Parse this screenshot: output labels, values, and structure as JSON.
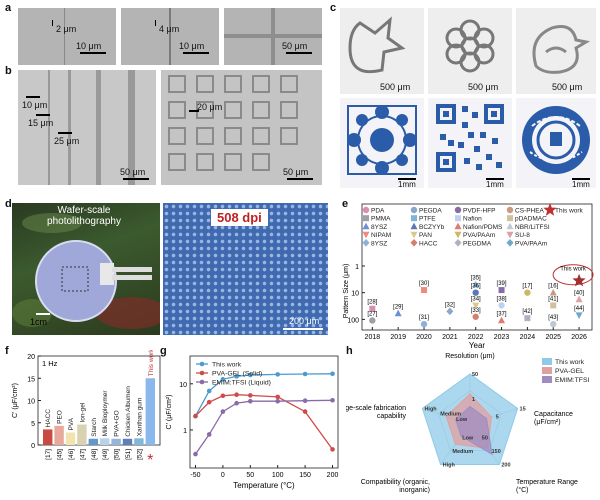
{
  "panel_labels": {
    "a": "a",
    "b": "b",
    "c": "c",
    "d": "d",
    "e": "e",
    "f": "f",
    "g": "g",
    "h": "h"
  },
  "panel_a": {
    "images": [
      {
        "feature": "2 μm",
        "scale": "10 μm"
      },
      {
        "feature": "4 μm",
        "scale": "10 μm"
      },
      {
        "scale": "50 μm"
      }
    ]
  },
  "panel_b": {
    "images": [
      {
        "features": [
          "10 μm",
          "15 μm",
          "25 μm"
        ],
        "scale": "50 μm"
      },
      {
        "feature": "20 μm",
        "scale": "50 μm"
      }
    ]
  },
  "panel_c": {
    "top_scales": [
      "500 μm",
      "500 μm",
      "500 μm"
    ],
    "bottom_scales": [
      "1mm",
      "1mm",
      "1mm"
    ]
  },
  "panel_d": {
    "photo_caption": "Wafer-scale photolithography",
    "photo_scale": "1cm",
    "dpi_label": "508 dpi",
    "array_scale": "200 μm"
  },
  "chart_data": [
    {
      "panel": "e",
      "type": "scatter",
      "xlabel": "Year",
      "ylabel": "Pattern Size (μm)",
      "x_ticks": [
        "2018",
        "2019",
        "2020",
        "2021",
        "2022",
        "2023",
        "2024",
        "2025",
        "2026"
      ],
      "y_ticks": [
        "1",
        "10",
        "100"
      ],
      "y_log": true,
      "legend": [
        "PDA",
        "PMMA",
        "8YSZ",
        "NIPAM",
        "8YSZ",
        "PEGDA",
        "PTFE",
        "BCZYYb",
        "PAN",
        "HACC",
        "PVDF-HFP",
        "Nafion",
        "Nafion/PDMS",
        "PVA/PAAm",
        "PEGDMA",
        "CS-PHEA",
        "pDADMAC",
        "NBR/LiTFSI",
        "SU-8",
        "PVA/PAAm",
        "This work"
      ],
      "legend_colors": [
        "#d98fb0",
        "#a0a0a0",
        "#6e8fd8",
        "#f08a80",
        "#8fb0d8",
        "#8aa6c9",
        "#7fb5d8",
        "#5a78b8",
        "#d9c98a",
        "#d48070",
        "#8a6aa8",
        "#c0d0f0",
        "#e07a70",
        "#d0b860",
        "#b0b0c0",
        "#c99a80",
        "#d0c0a0",
        "#c0c8d8",
        "#e0a0a0",
        "#70a8c8",
        "#c03030"
      ],
      "points": [
        {
          "ref": "[28]",
          "x": 2018,
          "y": 40
        },
        {
          "ref": "[27]",
          "x": 2018,
          "y": 110
        },
        {
          "ref": "[29]",
          "x": 2019,
          "y": 60
        },
        {
          "ref": "[30]",
          "x": 2020,
          "y": 8
        },
        {
          "ref": "[31]",
          "x": 2020,
          "y": 150
        },
        {
          "ref": "[32]",
          "x": 2021,
          "y": 50
        },
        {
          "ref": "[35]",
          "x": 2022,
          "y": 5
        },
        {
          "ref": "[36]",
          "x": 2022,
          "y": 10
        },
        {
          "ref": "[34]",
          "x": 2022,
          "y": 30
        },
        {
          "ref": "[33]",
          "x": 2022,
          "y": 80
        },
        {
          "ref": "[39]",
          "x": 2023,
          "y": 8
        },
        {
          "ref": "[38]",
          "x": 2023,
          "y": 30
        },
        {
          "ref": "[37]",
          "x": 2023,
          "y": 110
        },
        {
          "ref": "[17]",
          "x": 2024,
          "y": 10
        },
        {
          "ref": "[42]",
          "x": 2024,
          "y": 90
        },
        {
          "ref": "[16]",
          "x": 2025,
          "y": 10
        },
        {
          "ref": "[41]",
          "x": 2025,
          "y": 30
        },
        {
          "ref": "[43]",
          "x": 2025,
          "y": 150
        },
        {
          "ref": "[40]",
          "x": 2026,
          "y": 18
        },
        {
          "ref": "[44]",
          "x": 2026,
          "y": 70
        },
        {
          "ref": "This work",
          "x": 2026,
          "y": 3
        }
      ]
    },
    {
      "panel": "f",
      "type": "bar",
      "title": "1 Hz",
      "ylabel": "C' (μF/cm²)",
      "ylim": [
        0,
        20
      ],
      "y_ticks": [
        "0",
        "5",
        "10",
        "15",
        "20"
      ],
      "categories": [
        "HACC",
        "PEO",
        "PVA",
        "Ion-gel",
        "Starch",
        "Milk Bioploymer",
        "PVA+GO",
        "Chicken Albumen",
        "Xanthan gum",
        "This work"
      ],
      "refs": [
        "[17]",
        "[45]",
        "[46]",
        "[47]",
        "[48]",
        "[49]",
        "[50]",
        "[51]",
        "[52]",
        "*"
      ],
      "values": [
        3.5,
        4.3,
        2.8,
        4.6,
        1.4,
        1.5,
        1.4,
        1.4,
        1.5,
        15
      ],
      "colors": [
        "#c84a40",
        "#e8a89c",
        "#f3e3b0",
        "#d9d2b0",
        "#5f98cc",
        "#b8d2ec",
        "#94b6d8",
        "#5e7fb8",
        "#7fb8d8",
        "#8bb8ec"
      ]
    },
    {
      "panel": "g",
      "type": "line",
      "xlabel": "Temperature (°C)",
      "ylabel": "C' (μF/cm²)",
      "y_log": true,
      "x_ticks": [
        "-50",
        "0",
        "50",
        "100",
        "150",
        "200"
      ],
      "y_ticks": [
        "1",
        "10"
      ],
      "series": [
        {
          "name": "This work",
          "color": "#4b9ad0",
          "x": [
            -50,
            -25,
            0,
            25,
            50,
            100,
            150,
            200
          ],
          "y": [
            2.0,
            7.0,
            12.5,
            14.5,
            15.5,
            16.0,
            16.3,
            16.5
          ]
        },
        {
          "name": "PVA-GEL (Solid)",
          "color": "#d04a4a",
          "x": [
            -50,
            -25,
            0,
            25,
            50,
            100,
            150,
            200
          ],
          "y": [
            2.0,
            4.0,
            5.5,
            5.8,
            5.6,
            5.2,
            2.5,
            0.38
          ]
        },
        {
          "name": "EMIM:TFSI (Liquid)",
          "color": "#8a6aa8",
          "x": [
            -50,
            -25,
            0,
            25,
            50,
            100,
            150,
            200
          ],
          "y": [
            0.3,
            0.8,
            2.5,
            3.8,
            4.2,
            4.2,
            4.3,
            4.4
          ]
        }
      ]
    },
    {
      "panel": "h",
      "type": "radar",
      "axes": [
        {
          "label": "Resolution (μm)",
          "ticks": [
            "1",
            "50"
          ]
        },
        {
          "label": "Capacitance (μF/cm²)",
          "ticks": [
            "5",
            "15"
          ]
        },
        {
          "label": "Temperature Range (°C)",
          "ticks": [
            "50",
            "150",
            "200"
          ]
        },
        {
          "label": "Compatibility (organic, inorganic)",
          "ticks": [
            "Low",
            "Medium",
            "High"
          ]
        },
        {
          "label": "Large-scale fabrication capability",
          "ticks": [
            "Low",
            "Medium",
            "High"
          ]
        }
      ],
      "series": [
        {
          "name": "This work",
          "color": "#8fcbe8",
          "values": [
            1.0,
            1.0,
            1.0,
            1.0,
            1.0
          ]
        },
        {
          "name": "PVA-GEL",
          "color": "#e0a0a0",
          "values": [
            0.6,
            0.45,
            0.6,
            0.5,
            0.5
          ]
        },
        {
          "name": "EMIM:TFSI",
          "color": "#a08cc0",
          "values": [
            0.35,
            0.35,
            0.75,
            0.3,
            0.3
          ]
        }
      ]
    }
  ]
}
